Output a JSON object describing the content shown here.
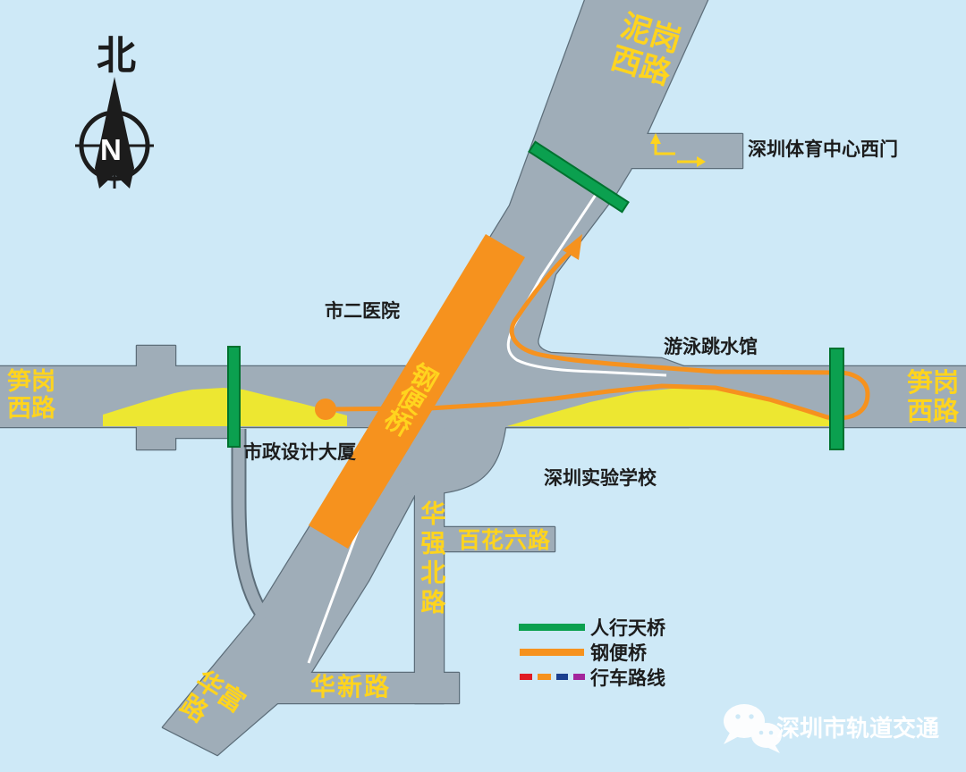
{
  "map": {
    "compass": {
      "north_char": "北",
      "n_letter": "N"
    },
    "roads": {
      "nigang_xilu": {
        "name": "泥岗西路",
        "lines": "泥岗\n西路"
      },
      "sungang_xilu_left": {
        "name": "笋岗西路",
        "lines": "笋岗\n西路"
      },
      "sungang_xilu_right": {
        "name": "笋岗西路",
        "lines": "笋岗\n西路"
      },
      "huafu_lu": {
        "name": "华富路",
        "lines": "华富\n路"
      },
      "huaxin_lu": {
        "name": "华新路"
      },
      "huaqiang_beilu": {
        "name": "华强北路"
      },
      "baihua_liulu": {
        "name": "百花六路"
      },
      "steel_bridge": {
        "name": "钢便桥"
      }
    },
    "pois": {
      "hospital": "市二医院",
      "design_tower": "市政设计大厦",
      "school": "深圳实验学校",
      "natatorium": "游泳跳水馆",
      "stadium_gate": "深圳体育中心西门"
    },
    "legend": {
      "items": [
        {
          "label": "人行天桥",
          "type": "solid",
          "color": "#0ba04f"
        },
        {
          "label": "钢便桥",
          "type": "solid",
          "color": "#f6921e"
        },
        {
          "label": "行车路线",
          "type": "dashed",
          "colors": [
            "#e01b24",
            "#f6921e",
            "#1b3f8f",
            "#a3259c"
          ]
        }
      ]
    },
    "watermark": {
      "text": "深圳市轨道交通"
    },
    "colors": {
      "background": "#cee9f7",
      "road_fill": "#9fadb8",
      "road_outline": "#5d6e7a",
      "surface_yellow": "#ede731",
      "label_yellow": "#ffd41e",
      "bridge_orange": "#f6921e",
      "footbridge_green": "#0ba04f",
      "text_black": "#1c1c1c",
      "watermark_white": "#ffffff"
    }
  }
}
